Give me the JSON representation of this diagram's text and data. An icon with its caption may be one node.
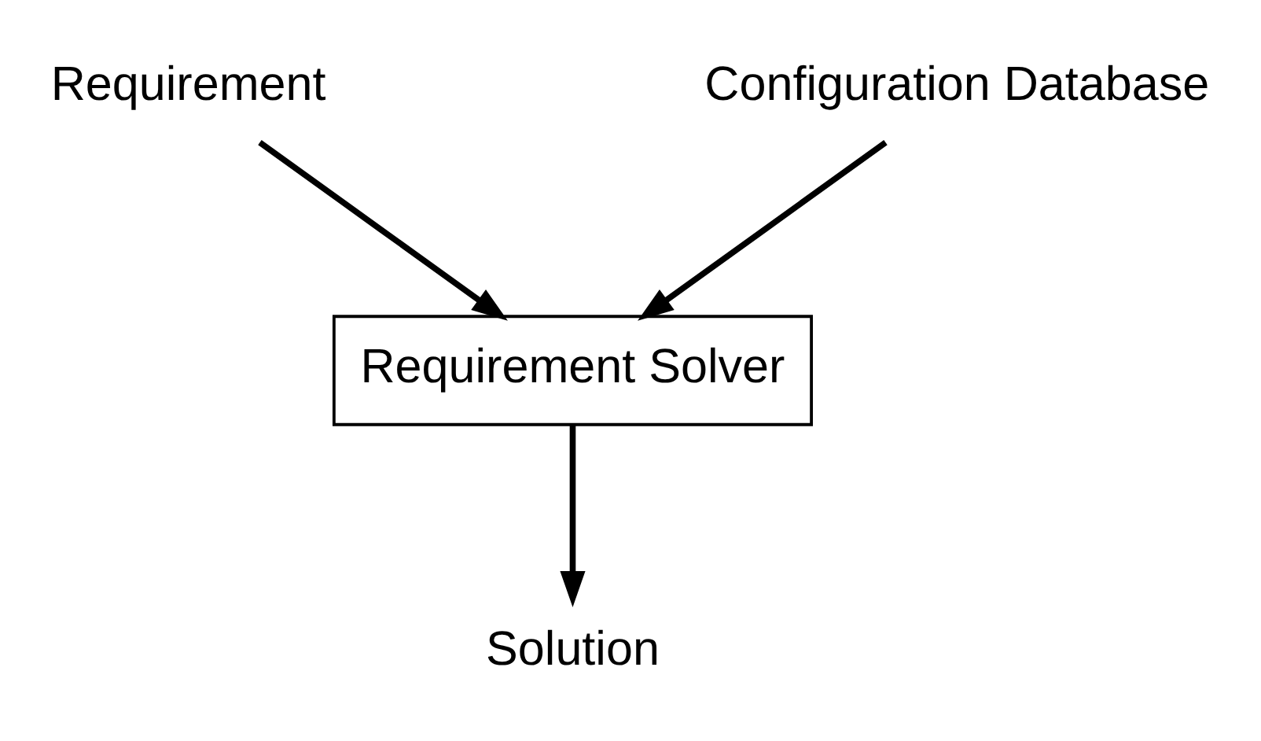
{
  "diagram": {
    "nodes": [
      {
        "text": [
          "Requirement"
        ]
      },
      {
        "text": [
          "Configuration Database"
        ]
      },
      {
        "text": [
          "Requirement Solver"
        ]
      },
      {
        "text": [
          "Solution"
        ]
      }
    ],
    "edges": [
      {
        "from": 0,
        "to": 2,
        "arrow": "to"
      },
      {
        "from": 1,
        "to": 2,
        "arrow": "to"
      },
      {
        "from": 2,
        "to": 3,
        "arrow": "to"
      }
    ]
  }
}
